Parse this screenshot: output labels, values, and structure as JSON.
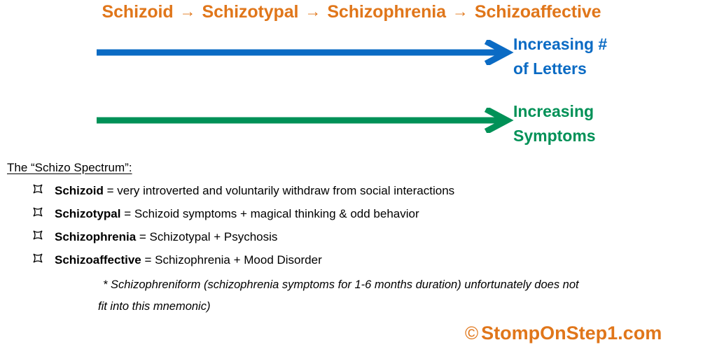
{
  "title": {
    "terms": [
      "Schizoid",
      "Schizotypal",
      "Schizophrenia",
      "Schizoaffective"
    ],
    "separator": "→",
    "color": "#E0761A"
  },
  "arrows": [
    {
      "name": "increasing-letters",
      "label_line1": "Increasing #",
      "label_line2": "of Letters",
      "color": "#0B6BC4"
    },
    {
      "name": "increasing-symptoms",
      "label_line1": "Increasing",
      "label_line2": "Symptoms",
      "color": "#009157"
    }
  ],
  "spectrum": {
    "heading": "The “Schizo Spectrum”:",
    "bullet_icon": "bowtie-bullet-icon",
    "items": [
      {
        "term": "Schizoid",
        "rest": " = very introverted and voluntarily withdraw from social interactions"
      },
      {
        "term": "Schizotypal",
        "rest": " = Schizoid symptoms + magical thinking & odd behavior"
      },
      {
        "term": "Schizophrenia",
        "rest": " = Schizotypal + Psychosis"
      },
      {
        "term": "Schizoaffective",
        "rest": " = Schizophrenia + Mood Disorder"
      }
    ]
  },
  "footnote": {
    "line1": "* Schizophreniform (schizophrenia symptoms for 1-6 months duration)  unfortunately  does  not",
    "line2": "fit into this mnemonic)"
  },
  "branding": {
    "copyright": "©",
    "site": "StompOnStep1.com",
    "color": "#E0761A"
  }
}
